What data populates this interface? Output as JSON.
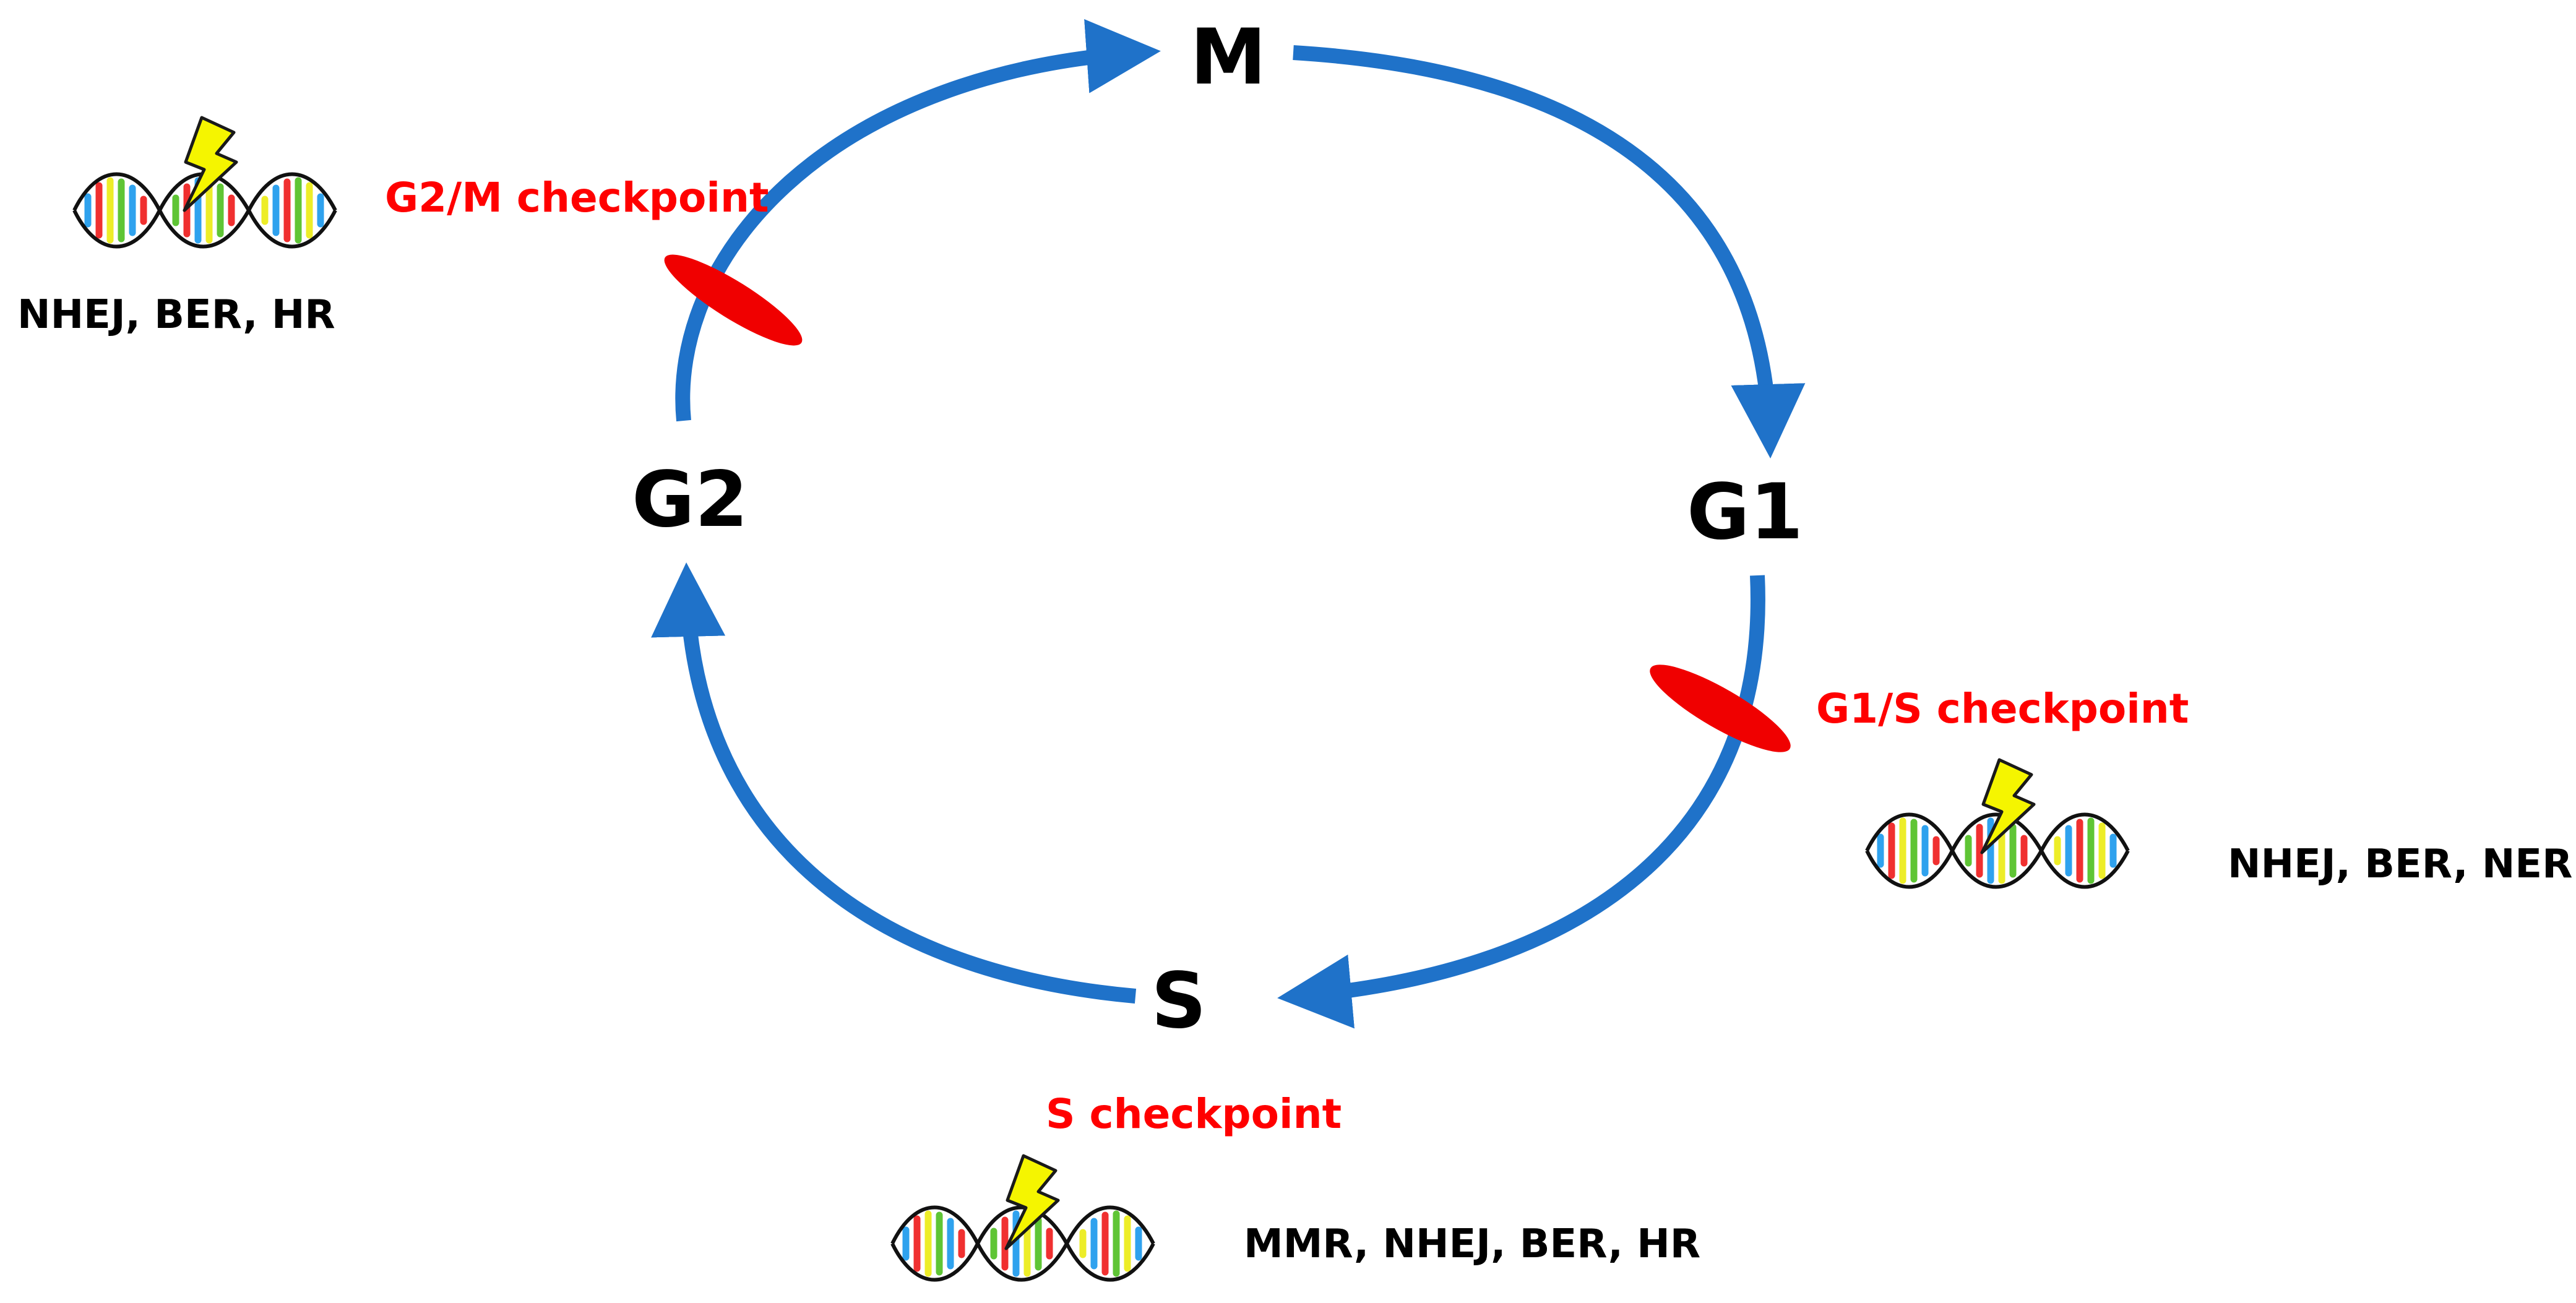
{
  "phases": {
    "m": "M",
    "g1": "G1",
    "s": "S",
    "g2": "G2"
  },
  "checkpoints": {
    "g2m": "G2/M checkpoint",
    "g1s": "G1/S checkpoint",
    "s": "S checkpoint"
  },
  "repair_pathways": {
    "g2m": "NHEJ, BER, HR",
    "g1s": "NHEJ, BER, NER",
    "s": "MMR, NHEJ, BER, HR"
  },
  "colors": {
    "arrow": "#1f72c9",
    "checkpoint_marker": "#f00000",
    "checkpoint_text": "#ff0000",
    "lightning": "#f5f500",
    "dna_rungs": [
      "#f03030",
      "#2fa2ee",
      "#5fc535",
      "#eded28"
    ]
  },
  "icons": {
    "dna_damage": "dna-damage-icon",
    "lightning": "lightning-bolt-icon",
    "checkpoint": "checkpoint-marker-icon",
    "arrow": "arrow-icon"
  }
}
